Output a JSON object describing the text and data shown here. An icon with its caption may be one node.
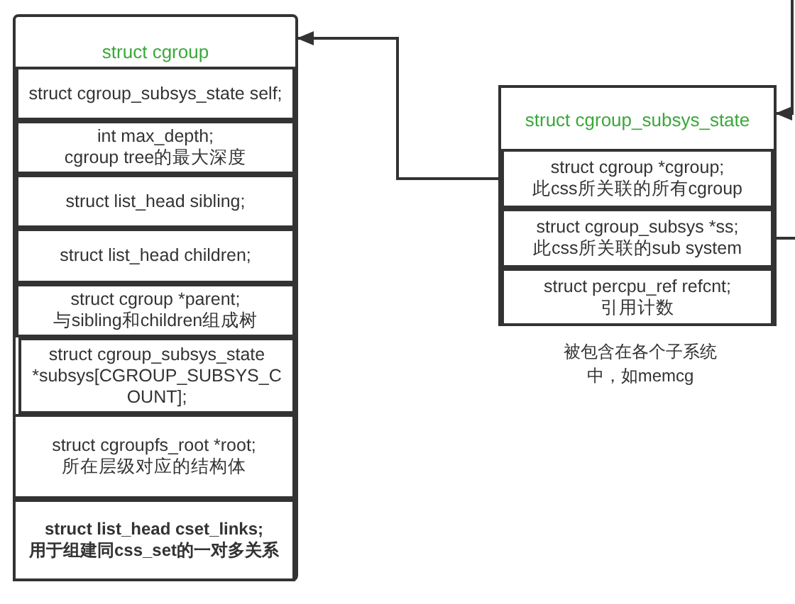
{
  "diagram": {
    "nodes": [
      {
        "text": [
          "struct cgroup"
        ]
      },
      {
        "text": [
          "struct cgroup_subsys_state self;"
        ],
        "in": 0
      },
      {
        "text": [
          "int max_depth;",
          "cgroup tree的最大深度"
        ],
        "in": 0
      },
      {
        "text": [
          "struct list_head sibling;"
        ],
        "in": 0
      },
      {
        "text": [
          "struct list_head children;"
        ],
        "in": 0
      },
      {
        "text": [
          "struct cgroup *parent;",
          "与sibling和children组成树"
        ],
        "in": 0
      },
      {
        "text": [
          "struct cgroup_subsys_state *subsys[CGROUP_SUBSYS_COUNT];"
        ],
        "in": 0
      },
      {
        "text": [
          "struct cgroupfs_root *root;",
          "所在层级对应的结构体"
        ],
        "in": 0
      },
      {
        "text": [
          "struct list_head cset_links;",
          "用于组建同css_set的一对多关系"
        ],
        "in": 0
      },
      {
        "text": [
          "struct cgroup_subsys_state"
        ],
        "beside": [
          "被包含在各个子系统中，如memcg"
        ]
      },
      {
        "text": [
          "struct cgroup *cgroup;",
          "此css所关联的所有cgroup"
        ],
        "in": 9
      },
      {
        "text": [
          "struct cgroup_subsys *ss;",
          "此css所关联的sub system"
        ],
        "in": 9
      },
      {
        "text": [
          "struct percpu_ref refcnt;",
          "引用计数"
        ],
        "in": 9
      }
    ],
    "edges": [
      {
        "from": 10,
        "to": 0,
        "arrow": "to"
      },
      {
        "from": null,
        "to": 9,
        "arrow": "to"
      },
      {
        "from": 11,
        "to": null,
        "arrow": "none"
      }
    ]
  }
}
